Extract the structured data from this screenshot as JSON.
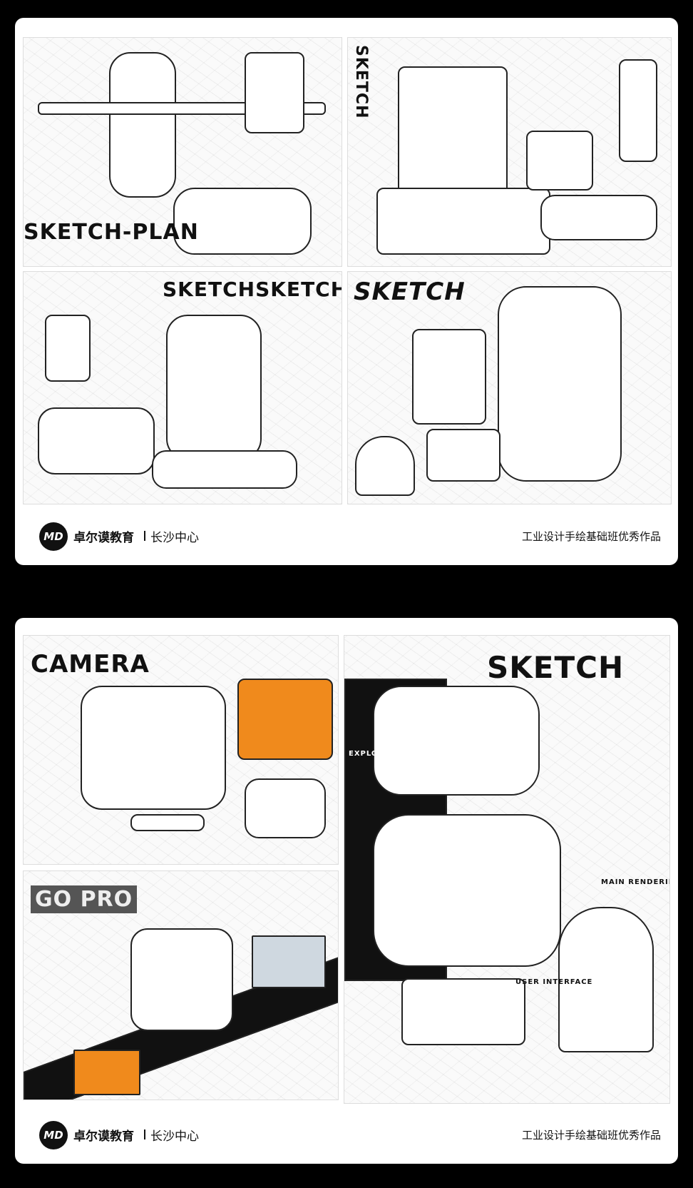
{
  "cards": [
    {
      "artwork": {
        "lettering": [
          "SKETCH-PLAN",
          "SKETCH",
          "SKETCHSKETCH",
          "SKETCH"
        ]
      },
      "footer": {
        "logo": "MD",
        "brand": "卓尔谟教育",
        "center": "长沙中心",
        "caption": "工业设计手绘基础班优秀作品"
      }
    },
    {
      "artwork": {
        "lettering": [
          "CAMERA",
          "GO PRO",
          "SKETCH",
          "EXPLOSIVE VIEW",
          "USER INTERFACE",
          "MAIN RENDERING"
        ]
      },
      "footer": {
        "logo": "MD",
        "brand": "卓尔谟教育",
        "center": "长沙中心",
        "caption": "工业设计手绘基础班优秀作品"
      }
    }
  ],
  "colors": {
    "background": "#000000",
    "card": "#ffffff",
    "accent": "#f08a1c"
  }
}
